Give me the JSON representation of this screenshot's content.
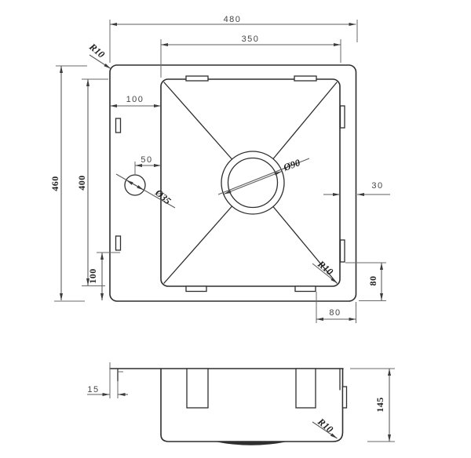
{
  "colors": {
    "background": "#ffffff",
    "outline": "#2e2e2e",
    "dimension_line": "#5c5c5c",
    "dimension_text": "#454545",
    "label_text": "#1d1d1d"
  },
  "top_view": {
    "overall_width": "480",
    "inner_width": "350",
    "rim_left_offset": "100",
    "hole_to_wall": "50",
    "rim_right_offset": "30",
    "overall_height": "460",
    "inner_height": "400",
    "clip_from_bottom_left": "100",
    "clip_from_bottom_right_v": "80",
    "clip_from_right_h": "80",
    "outer_corner_radius": "R10",
    "inner_corner_radius": "R10",
    "drain_diameter": "Ø90",
    "faucet_hole_diameter": "Ø35"
  },
  "section_view": {
    "rim_lip": "15",
    "depth": "145",
    "bottom_corner_radius": "R10"
  }
}
